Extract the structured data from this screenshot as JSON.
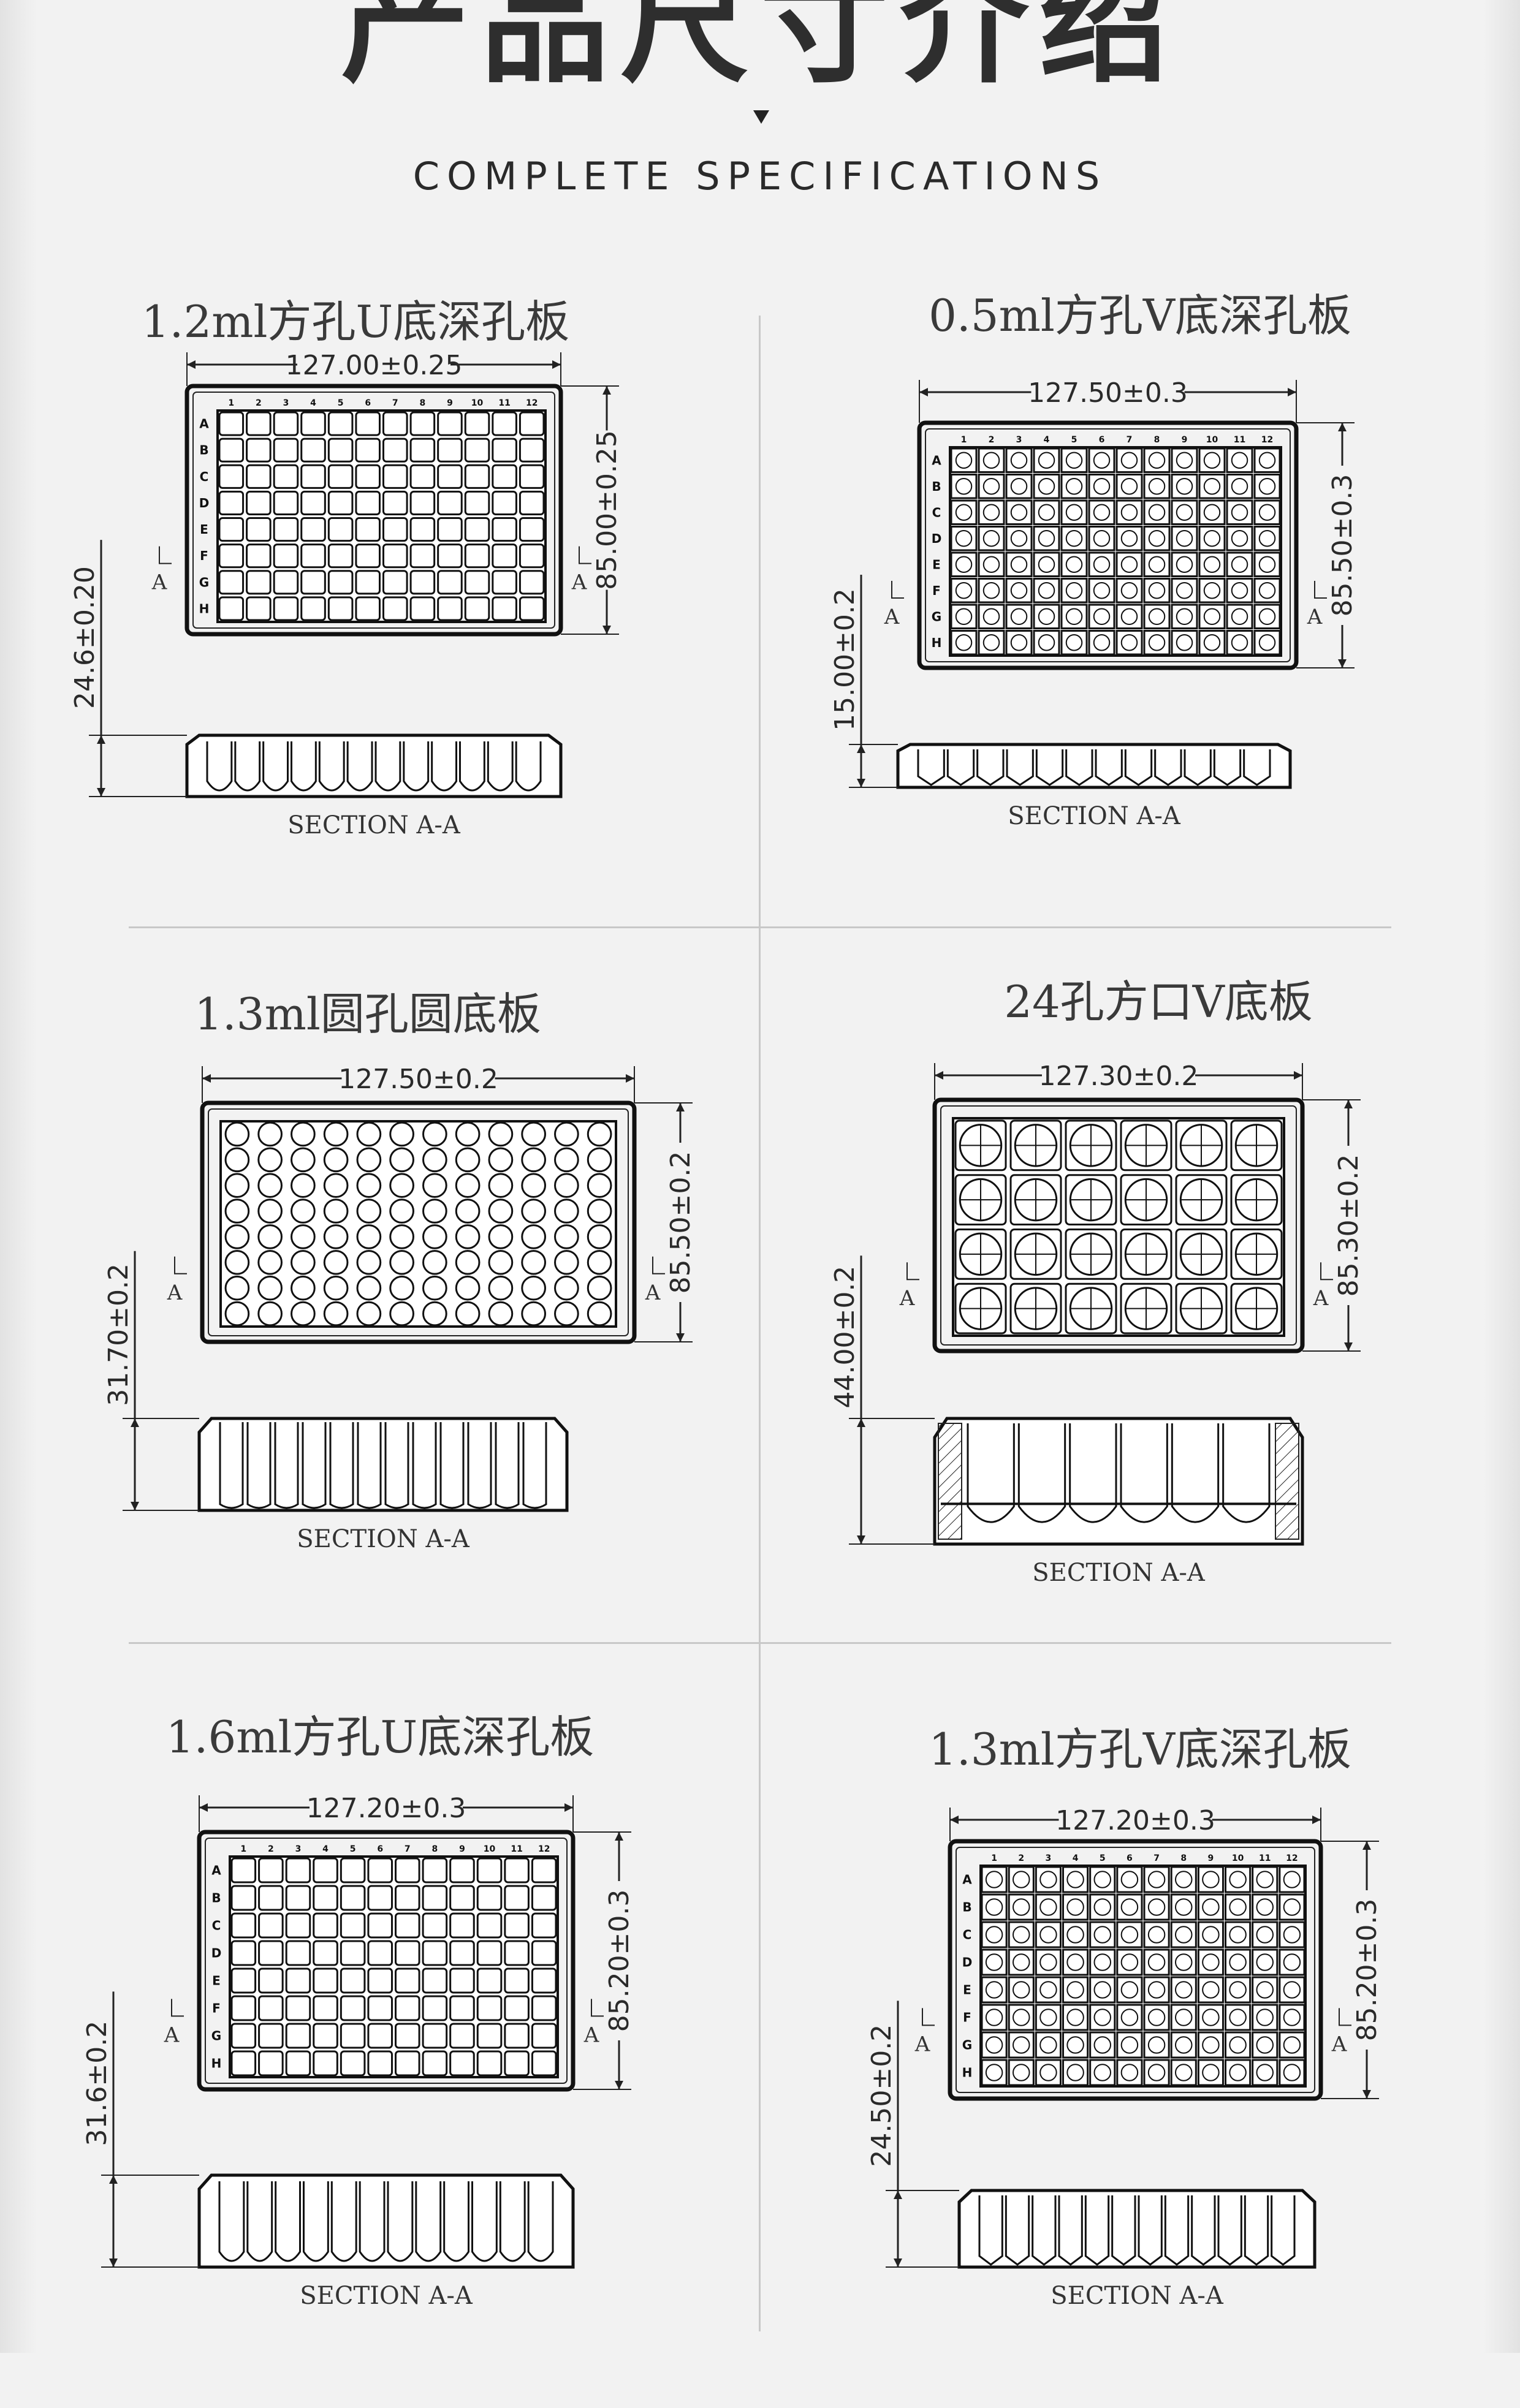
{
  "header": {
    "title": "产品尺寸介绍",
    "subtitle": "COMPLETE SPECIFICATIONS"
  },
  "section_label": "SECTION A-A",
  "cut_marker": "A",
  "panels": [
    {
      "title": "1.2ml方孔U底深孔板",
      "width": "127.00±0.25",
      "depth": "85.00±0.25",
      "height": "24.6±0.20",
      "grid": {
        "cols": 12,
        "rows": 8,
        "well": "square",
        "labels": true
      },
      "section_style": "deep-u"
    },
    {
      "title": "0.5ml方孔V底深孔板",
      "width": "127.50±0.3",
      "depth": "85.50±0.3",
      "height": "15.00±0.2",
      "grid": {
        "cols": 12,
        "rows": 8,
        "well": "square-dot",
        "labels": true
      },
      "section_style": "shallow-v"
    },
    {
      "title": "1.3ml圆孔圆底板",
      "width": "127.50±0.2",
      "depth": "85.50±0.2",
      "height": "31.70±0.2",
      "grid": {
        "cols": 12,
        "rows": 8,
        "well": "round",
        "labels": false
      },
      "section_style": "deep-straight"
    },
    {
      "title": "24孔方口V底板",
      "width": "127.30±0.2",
      "depth": "85.30±0.2",
      "height": "44.00±0.2",
      "grid": {
        "cols": 6,
        "rows": 4,
        "well": "square-cross",
        "labels": false
      },
      "section_style": "tall-v"
    },
    {
      "title": "1.6ml方孔U底深孔板",
      "width": "127.20±0.3",
      "depth": "85.20±0.3",
      "height": "31.6±0.2",
      "grid": {
        "cols": 12,
        "rows": 8,
        "well": "square",
        "labels": true
      },
      "section_style": "deep-u"
    },
    {
      "title": "1.3ml方孔V底深孔板",
      "width": "127.20±0.3",
      "depth": "85.20±0.3",
      "height": "24.50±0.2",
      "grid": {
        "cols": 12,
        "rows": 8,
        "well": "square-dot",
        "labels": true
      },
      "section_style": "shallow-v"
    }
  ],
  "row_letters": [
    "A",
    "B",
    "C",
    "D",
    "E",
    "F",
    "G",
    "H"
  ],
  "col_numbers": [
    "1",
    "2",
    "3",
    "4",
    "5",
    "6",
    "7",
    "8",
    "9",
    "10",
    "11",
    "12"
  ]
}
